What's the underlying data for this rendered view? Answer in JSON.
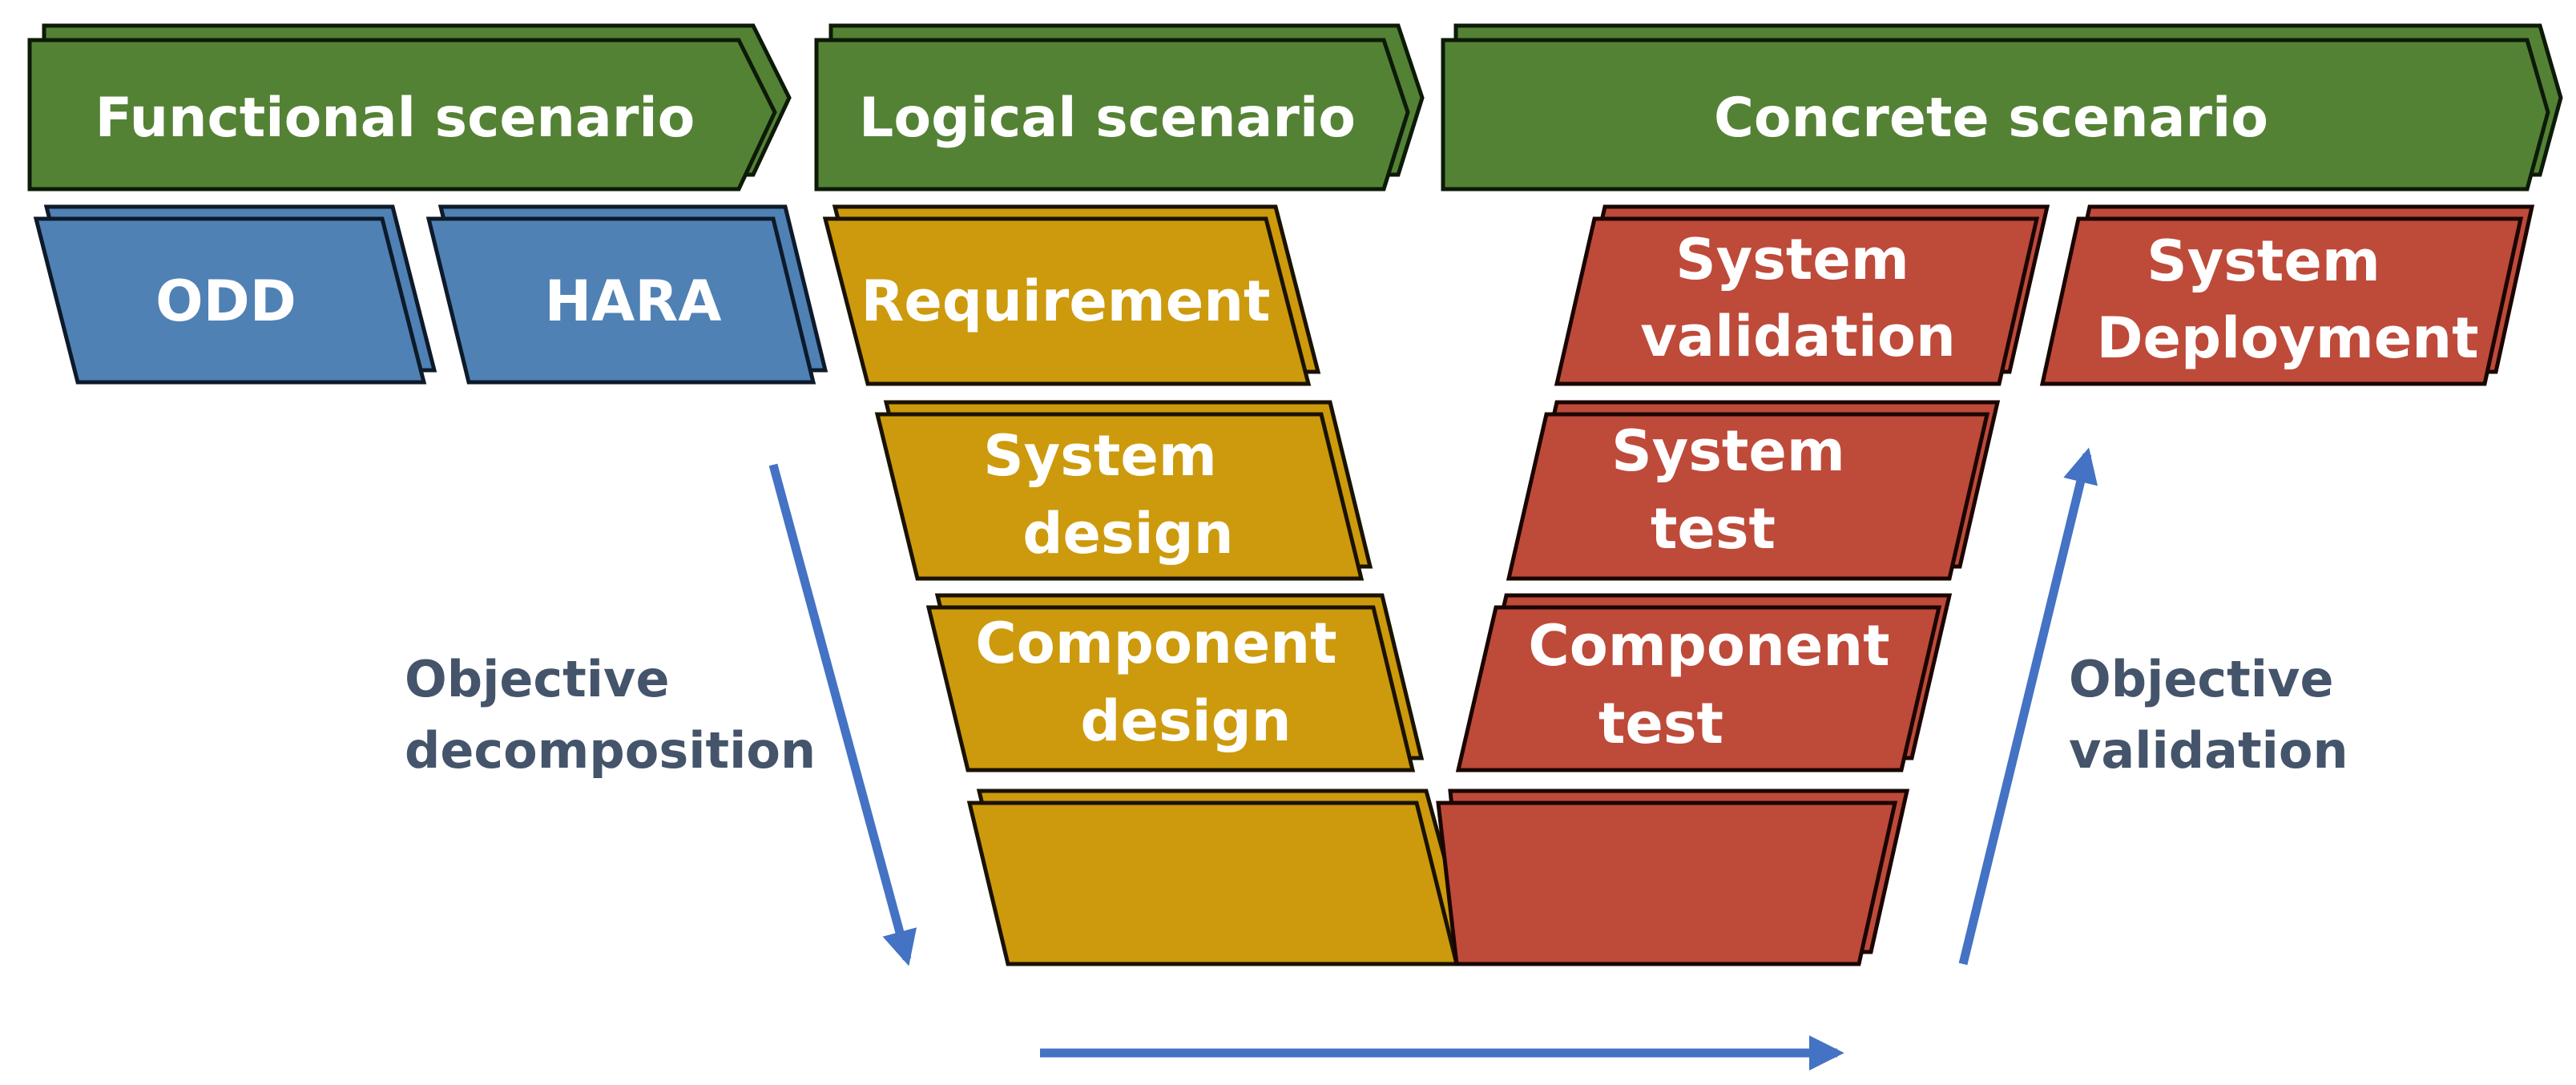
{
  "colors": {
    "banner": "#548235",
    "odd_hara": "#4f81b4",
    "design": "#cc9a0c",
    "test": "#be4a3a",
    "arrow": "#4472c4",
    "side_text": "#44546a"
  },
  "banners": {
    "functional": "Functional scenario",
    "logical": "Logical scenario",
    "concrete": "Concrete scenario"
  },
  "boxes": {
    "odd": "ODD",
    "hara": "HARA",
    "requirement": "Requirement",
    "system_design": [
      "System",
      "design"
    ],
    "component_design": [
      "Component",
      "design"
    ],
    "system_validation": [
      "System",
      "validation"
    ],
    "system_deployment": [
      "System",
      "Deployment"
    ],
    "system_test": [
      "System",
      "test"
    ],
    "component_test": [
      "Component",
      "test"
    ]
  },
  "annotations": {
    "decomposition": [
      "Objective",
      "decomposition"
    ],
    "validation": [
      "Objective",
      "validation"
    ]
  }
}
